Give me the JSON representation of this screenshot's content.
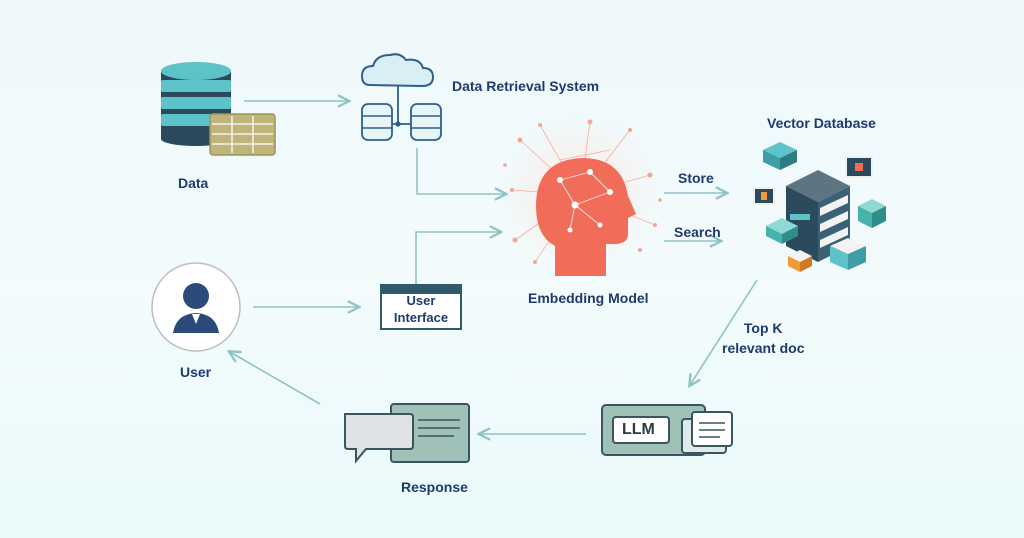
{
  "labels": {
    "data": "Data",
    "retrieval": "Data Retrieval System",
    "vector_db": "Vector Database",
    "store": "Store",
    "search": "Search",
    "embedding": "Embedding Model",
    "ui_line1": "User",
    "ui_line2": "Interface",
    "user": "User",
    "topk_line1": "Top K",
    "topk_line2": "relevant doc",
    "llm": "LLM",
    "response": "Response"
  },
  "colors": {
    "text": "#1e3a6e",
    "arrow": "#8fc3c3",
    "db_teal": "#5ec3c9",
    "db_dark": "#2b4a5c",
    "head": "#f26c5a",
    "panel": "#9fc1b8",
    "dark_slate": "#3a5560"
  }
}
